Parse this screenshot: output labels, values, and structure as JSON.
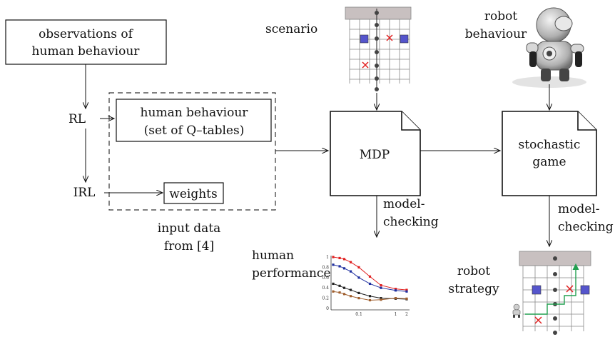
{
  "labels": {
    "observations_line1": "observations of",
    "observations_line2": "human behaviour",
    "rl": "RL",
    "irl": "IRL",
    "human_behaviour_line1": "human behaviour",
    "human_behaviour_line2": "(set of Q–tables)",
    "weights": "weights",
    "input_data_line1": "input data",
    "input_data_line2": "from [4]",
    "scenario": "scenario",
    "mdp": "MDP",
    "model_checking_1_line1": "model-",
    "model_checking_1_line2": "checking",
    "human_performance_line1": "human",
    "human_performance_line2": "performance",
    "robot_behaviour_line1": "robot",
    "robot_behaviour_line2": "behaviour",
    "stochastic_game_line1": "stochastic",
    "stochastic_game_line2": "game",
    "model_checking_2_line1": "model-",
    "model_checking_2_line2": "checking",
    "robot_strategy_line1": "robot",
    "robot_strategy_line2": "strategy"
  },
  "colors": {
    "blue_marker": "#5555cc",
    "red_cross": "#e02020",
    "path_green": "#22a050",
    "gray_band": "#c8c0c0"
  },
  "chart_data": {
    "type": "line",
    "x_scale": "log",
    "x": [
      0.02,
      0.03,
      0.04,
      0.06,
      0.1,
      0.2,
      0.4,
      1,
      2
    ],
    "xticks": [
      "0.1",
      "1",
      "2"
    ],
    "ylim": [
      0,
      1
    ],
    "yticks": [
      "0",
      "0.2",
      "0.4",
      "0.6",
      "0.8",
      "1"
    ],
    "series": [
      {
        "color": "#e02020",
        "values": [
          1.0,
          0.98,
          0.96,
          0.9,
          0.8,
          0.62,
          0.45,
          0.38,
          0.36
        ]
      },
      {
        "color": "#2030a0",
        "values": [
          0.85,
          0.82,
          0.78,
          0.72,
          0.6,
          0.48,
          0.4,
          0.35,
          0.33
        ]
      },
      {
        "color": "#222222",
        "values": [
          0.48,
          0.44,
          0.4,
          0.36,
          0.3,
          0.24,
          0.2,
          0.19,
          0.18
        ]
      },
      {
        "color": "#a06030",
        "values": [
          0.33,
          0.31,
          0.28,
          0.24,
          0.2,
          0.16,
          0.17,
          0.2,
          0.19
        ]
      }
    ]
  }
}
